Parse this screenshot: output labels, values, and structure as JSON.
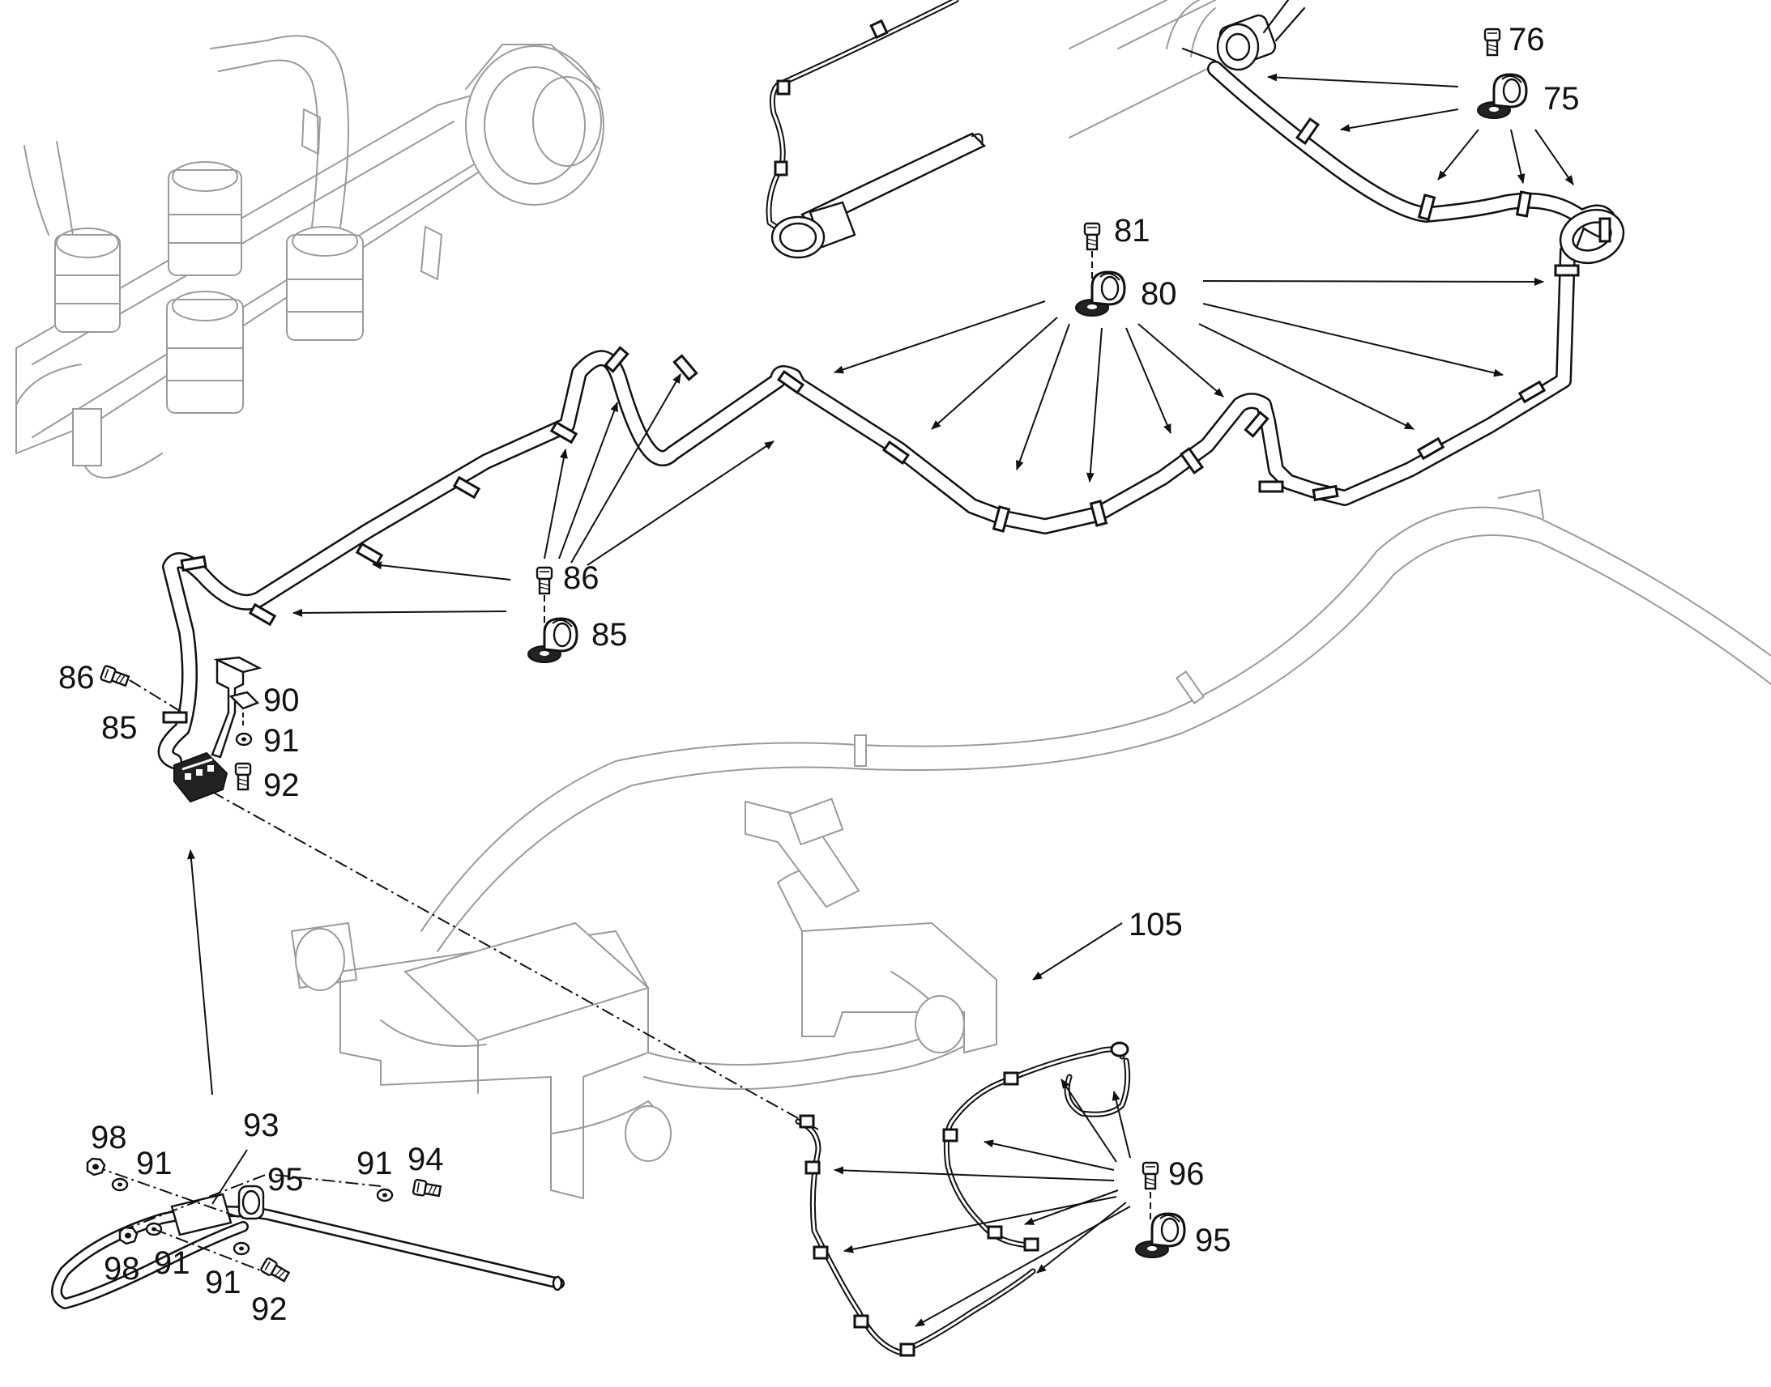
{
  "callouts": {
    "c76": "76",
    "c75": "75",
    "c81": "81",
    "c80": "80",
    "c86a": "86",
    "c85a": "85",
    "c86b": "86",
    "c85b": "85",
    "c90": "90",
    "c91a": "91",
    "c92a": "92",
    "c105": "105",
    "c96": "96",
    "c95a": "95",
    "c93": "93",
    "c98a": "98",
    "c91b": "91",
    "c95b": "95",
    "c91c": "91",
    "c94": "94",
    "c98b": "98",
    "c91d": "91",
    "c91e": "91",
    "c92b": "92"
  },
  "icons": {
    "bolt": "bolt-icon",
    "p_clamp": "p-clamp-icon",
    "washer": "washer-icon",
    "nut": "nut-icon",
    "bracket": "bracket-icon",
    "connector": "connector-icon"
  },
  "colors": {
    "line": "#111111",
    "ghost": "#9a9a9a",
    "background": "#ffffff"
  }
}
